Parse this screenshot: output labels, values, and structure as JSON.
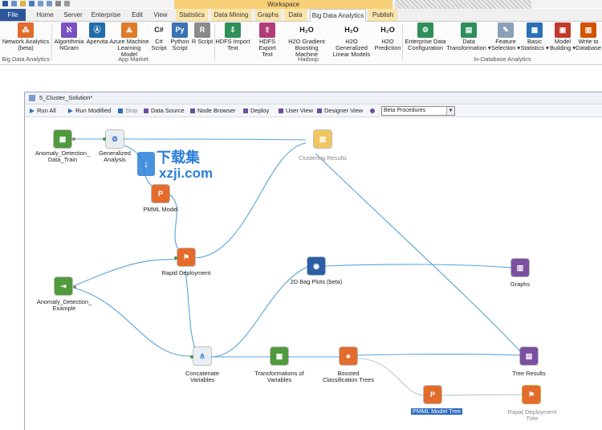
{
  "workspace_title": "Workspace",
  "tabs": [
    "File",
    "Home",
    "Server",
    "Enterprise",
    "Edit",
    "View",
    "Statistics",
    "Data Mining",
    "Graphs",
    "Data",
    "Big Data Analytics",
    "Publish"
  ],
  "ribbon": {
    "buttons": [
      {
        "l1": "Network Analytics",
        "l2": "(beta)"
      },
      {
        "l1": "Algorithmia",
        "l2": "NGram"
      },
      {
        "l1": "Apervita",
        "l2": ""
      },
      {
        "l1": "Azure Machine",
        "l2": "Learning Model"
      },
      {
        "l1": "C#",
        "l2": "Script"
      },
      {
        "l1": "Python",
        "l2": "Script"
      },
      {
        "l1": "R Script",
        "l2": ""
      },
      {
        "l1": "HDFS Import",
        "l2": "Text"
      },
      {
        "l1": "HDFS Export",
        "l2": "Text"
      },
      {
        "l1": "H2O Gradient",
        "l2": "Boosting Machine"
      },
      {
        "l1": "H2O Generalized",
        "l2": "Linear Models"
      },
      {
        "l1": "H2O",
        "l2": "Prediction"
      },
      {
        "l1": "Enterprise Data",
        "l2": "Configuration"
      },
      {
        "l1": "Data",
        "l2": "Transformation ▾"
      },
      {
        "l1": "Feature",
        "l2": "Selection ▾"
      },
      {
        "l1": "Basic",
        "l2": "Statistics ▾"
      },
      {
        "l1": "Model",
        "l2": "Building ▾"
      },
      {
        "l1": "Write to",
        "l2": "Database"
      }
    ],
    "icon_glyphs": [
      "⁂",
      "ℵ",
      "Ⓐ",
      "⟁",
      "C#",
      "Py",
      "R",
      "⇩",
      "⇧",
      "H₂O",
      "H₂O",
      "H₂O",
      "⚙",
      "▤",
      "✎",
      "▦",
      "▣",
      "▥"
    ],
    "groups": [
      "Big Data Analytics",
      "App Market",
      "Hadoop",
      "In-Database Analytics"
    ]
  },
  "window": {
    "title": "5_Cluster_Solution*",
    "toolbar": [
      "Run All",
      "Run Modified",
      "Stop",
      "Data Source",
      "Node Browser",
      "Deploy",
      "User View",
      "Designer View"
    ],
    "dropdown": "Beta Procedures"
  },
  "nodes": [
    {
      "label": "Anomaly_Detection_\nData_Train"
    },
    {
      "label": "Generalized\nAnalysis"
    },
    {
      "label": "PMML Model"
    },
    {
      "label": "Clustering Results"
    },
    {
      "label": "Rapid Deployment"
    },
    {
      "label": "Anomaly_Detection_\nExample"
    },
    {
      "label": "2D Bag Plots (beta)"
    },
    {
      "label": "Graphs"
    },
    {
      "label": "Concatenate\nVariables"
    },
    {
      "label": "Transformations of\nVariables"
    },
    {
      "label": "Boosted\nClassification Trees"
    },
    {
      "label": "Tree Results"
    },
    {
      "label": "PMML Model Tree"
    },
    {
      "label": "Rapid Deployment\nTree"
    }
  ],
  "watermark": {
    "line1": "下载集",
    "line2": "xzji.com"
  },
  "colors": {
    "file_tab": "#2b579a",
    "workspace": "#f7cf76",
    "wire": "#5ba3d9",
    "selected": "#2e6bc0"
  }
}
